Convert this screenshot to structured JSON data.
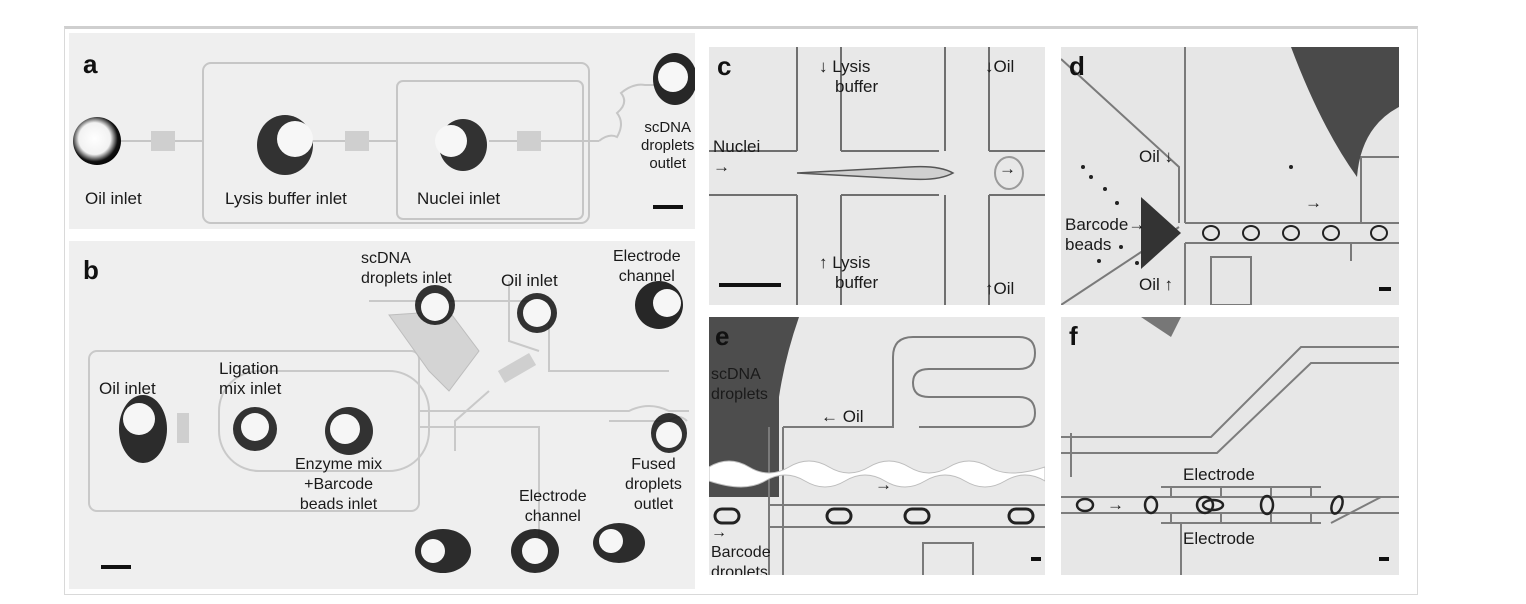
{
  "panels": {
    "a": {
      "label": "a",
      "oil_inlet": "Oil inlet",
      "lysis_buffer_inlet": "Lysis buffer inlet",
      "nuclei_inlet": "Nuclei inlet",
      "scdna_outlet": [
        "scDNA",
        "droplets",
        "outlet"
      ]
    },
    "b": {
      "label": "b",
      "scdna_inlet": [
        "scDNA",
        "droplets inlet"
      ],
      "oil_inlet_top": "Oil inlet",
      "electrode_channel_top": [
        "Electrode",
        "channel"
      ],
      "oil_inlet_left": "Oil inlet",
      "ligation_inlet": [
        "Ligation",
        "mix inlet"
      ],
      "enzyme_inlet": [
        "Enzyme mix",
        "+Barcode",
        "beads inlet"
      ],
      "electrode_channel_bottom": [
        "Electrode",
        "channel"
      ],
      "fused_outlet": [
        "Fused",
        "droplets",
        "outlet"
      ]
    },
    "c": {
      "label": "c",
      "lysis_top": [
        "Lysis",
        "buffer"
      ],
      "oil_top": "Oil",
      "nuclei": "Nuclei",
      "lysis_bottom": [
        "Lysis",
        "buffer"
      ],
      "oil_bottom": "Oil"
    },
    "d": {
      "label": "d",
      "oil_top": "Oil",
      "barcode_beads": [
        "Barcode",
        "beads"
      ],
      "oil_bottom": "Oil"
    },
    "e": {
      "label": "e",
      "scdna_droplets": [
        "scDNA",
        "droplets"
      ],
      "oil": "Oil",
      "barcode_droplets": [
        "Barcode",
        "droplets"
      ]
    },
    "f": {
      "label": "f",
      "electrode_top": "Electrode",
      "electrode_bottom": "Electrode"
    }
  },
  "arrows": {
    "right": "→",
    "down": "↓",
    "up": "↑",
    "left": "←"
  }
}
